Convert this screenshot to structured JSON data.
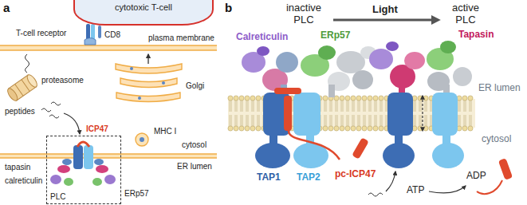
{
  "diagram": {
    "nodes": [
      {
        "text": [
          "cytotoxic T-cell"
        ]
      },
      {
        "text": [
          "PLC"
        ]
      }
    ],
    "labels": [
      "a",
      "T-cell receptor",
      "CD8",
      "plasma membrane",
      "proteasome",
      "peptides",
      "ICP47",
      "Golgi",
      "MHC I",
      "tapasin",
      "calreticulin",
      "ERp57",
      "cytosol",
      "ER lumen",
      "b",
      "inactive PLC",
      "Light",
      "active PLC",
      "Calreticulin",
      "ERp57",
      "Tapasin",
      "ER lumen",
      "cytosol",
      "TAP1",
      "TAP2",
      "pc-ICP47",
      "ATP",
      "ADP"
    ]
  }
}
